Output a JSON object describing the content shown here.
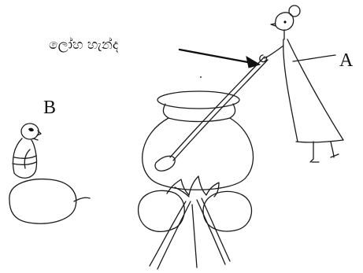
{
  "labels": {
    "spoon_caption": "ලෝහ හැන්ද",
    "person_a": "A",
    "person_b": "B"
  }
}
